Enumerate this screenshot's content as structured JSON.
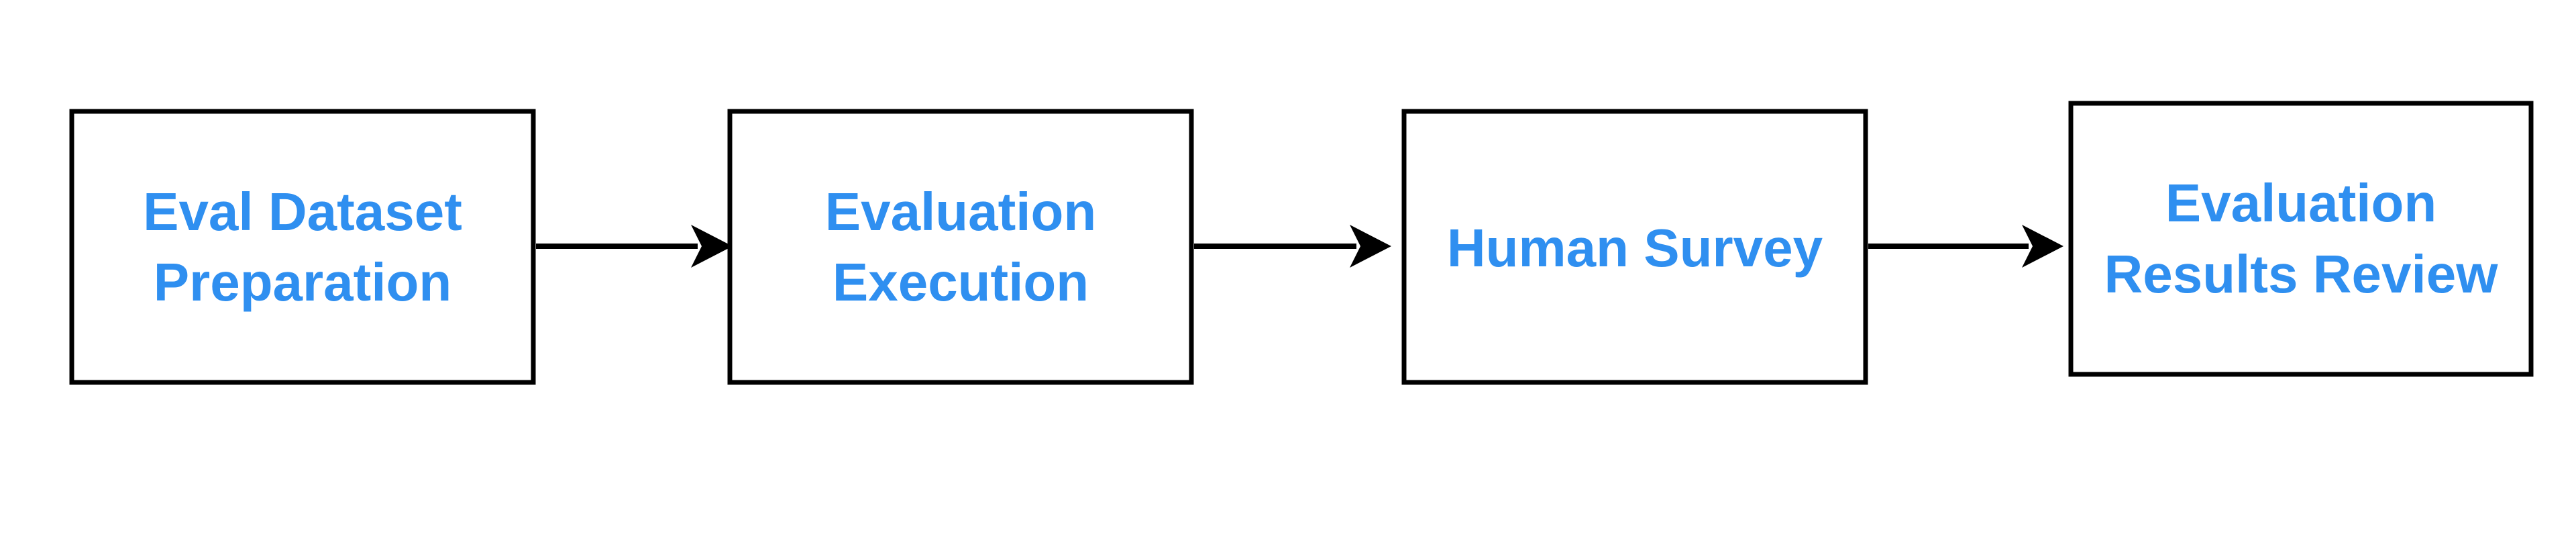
{
  "diagram": {
    "type": "flowchart",
    "direction": "left-to-right",
    "colors": {
      "text": "#2f8ff0",
      "border": "#000000",
      "background": "#ffffff"
    },
    "steps": [
      {
        "line1": "Eval Dataset",
        "line2": "Preparation"
      },
      {
        "line1": "Evaluation",
        "line2": "Execution"
      },
      {
        "line1": "Human Survey",
        "line2": ""
      },
      {
        "line1": "Evaluation",
        "line2": "Results Review"
      }
    ],
    "connectors": [
      {
        "from": 0,
        "to": 1
      },
      {
        "from": 1,
        "to": 2
      },
      {
        "from": 2,
        "to": 3
      }
    ]
  }
}
